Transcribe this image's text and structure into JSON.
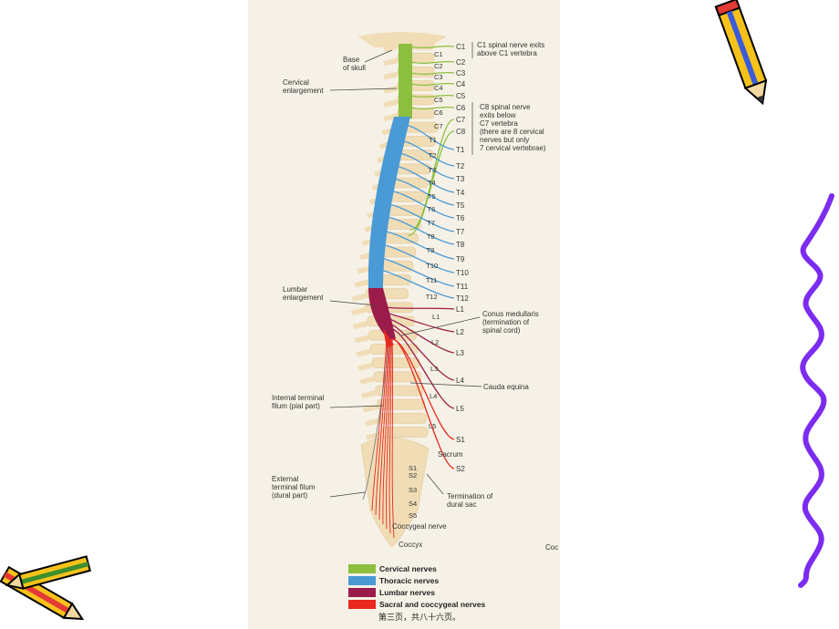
{
  "labels": {
    "base_of_skull": [
      "Base",
      "of skull"
    ],
    "cervical_enlargement": [
      "Cervical",
      "enlargement"
    ],
    "c1_note": [
      "C1 spinal nerve exits",
      "above C1 vertebra"
    ],
    "c8_note": [
      "C8 spinal nerve",
      "exits below",
      "C7 vertebra",
      "(there are 8 cervical",
      "nerves but only",
      "7 cervical vertebrae)"
    ],
    "lumbar_enlargement": [
      "Lumbar",
      "enlargement"
    ],
    "conus": [
      "Conus medullaris",
      "(termination of",
      "spinal cord)"
    ],
    "cauda": "Cauda equina",
    "filum_internal": [
      "Internal terminal",
      "filum (pial part)"
    ],
    "sacrum": "Sacrum",
    "dural_sac": [
      "Termination of",
      "dural sac"
    ],
    "filum_external": [
      "External",
      "terminal filum",
      "(dural part)"
    ],
    "coccygeal_nerve": "Coccygeal nerve",
    "coccyx": "Coccyx",
    "edge_text": "Coc"
  },
  "vertebra_labels_inner": [
    "C1",
    "C2",
    "C3",
    "C4",
    "C5",
    "C6",
    "C7",
    "T1",
    "T2",
    "T3",
    "T4",
    "T5",
    "T6",
    "T7",
    "T8",
    "T9",
    "T10",
    "T11",
    "T12",
    "L1",
    "L2",
    "L3",
    "L4",
    "L5",
    "S1",
    "S2",
    "S3",
    "S4",
    "S5"
  ],
  "nerve_labels_outer": [
    "C1",
    "C2",
    "C3",
    "C4",
    "C5",
    "C6",
    "C7",
    "C8",
    "T1",
    "T2",
    "T3",
    "T4",
    "T5",
    "T6",
    "T7",
    "T8",
    "T9",
    "T10",
    "T11",
    "T12",
    "L1",
    "L2",
    "L3",
    "L4",
    "L5",
    "S1",
    "S2"
  ],
  "legend": [
    {
      "label": "Cervical nerves",
      "color": "#8cbf3f"
    },
    {
      "label": "Thoracic nerves",
      "color": "#4a9ad6"
    },
    {
      "label": "Lumbar nerves",
      "color": "#9b1c4a"
    },
    {
      "label": "Sacral and coccygeal nerves",
      "color": "#e8281e"
    }
  ],
  "colors": {
    "cervical": "#8cbf3f",
    "thoracic": "#4a9ad6",
    "lumbar": "#9b1c4a",
    "sacral": "#e8281e",
    "bone": "#f0ddb6",
    "pencil": "#f6c21a",
    "squiggle": "#7b2cf0"
  },
  "footer": "第三页，共八十六页。"
}
